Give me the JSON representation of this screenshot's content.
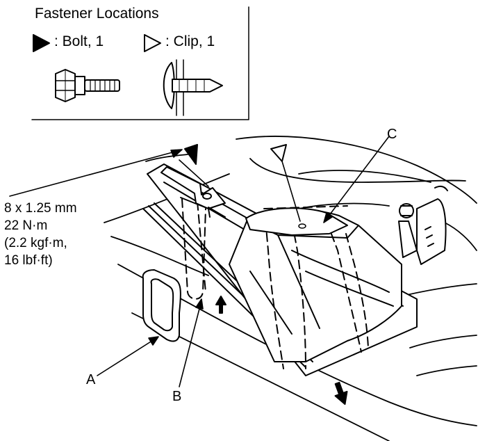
{
  "legend": {
    "title": "Fastener Locations",
    "bolt": {
      "text": ": Bolt, 1",
      "icon": "filled-triangle-icon"
    },
    "clip": {
      "text": ": Clip, 1",
      "icon": "outline-triangle-icon"
    }
  },
  "torque_spec": {
    "line1": "8 x 1.25 mm",
    "line2": "22 N·m",
    "line3": "(2.2 kgf·m,",
    "line4": "16 lbf·ft)"
  },
  "callouts": {
    "a": "A",
    "b": "B",
    "c": "C"
  },
  "colors": {
    "ink": "#000000",
    "background": "#ffffff"
  }
}
